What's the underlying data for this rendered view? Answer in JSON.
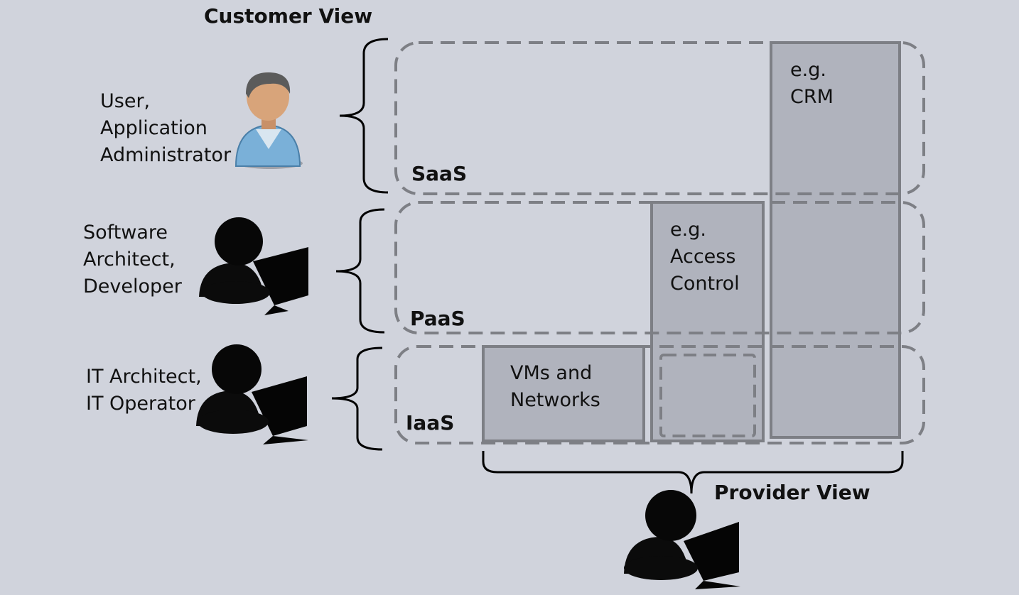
{
  "headings": {
    "customer_view": "Customer View",
    "provider_view": "Provider View"
  },
  "roles": {
    "saas_role": [
      "User,",
      "Application",
      "Administrator"
    ],
    "paas_role": [
      "Software",
      "Architect,",
      "Developer"
    ],
    "iaas_role": [
      "IT Architect,",
      "IT Operator"
    ]
  },
  "layers": {
    "saas": "SaaS",
    "paas": "PaaS",
    "iaas": "IaaS"
  },
  "boxes": {
    "crm": [
      "e.g.",
      "CRM"
    ],
    "access_control": [
      "e.g.",
      "Access",
      "Control"
    ],
    "vms_networks": [
      "VMs and",
      "Networks"
    ]
  },
  "icons": {
    "saas_user": "user-avatar-icon",
    "paas_user": "developer-at-computer-icon",
    "iaas_user": "operator-at-computer-icon",
    "provider_user": "provider-at-computer-icon"
  },
  "colors": {
    "background": "#d0d3dc",
    "box_fill": "#b0b3bd",
    "border": "#7d7f85"
  }
}
